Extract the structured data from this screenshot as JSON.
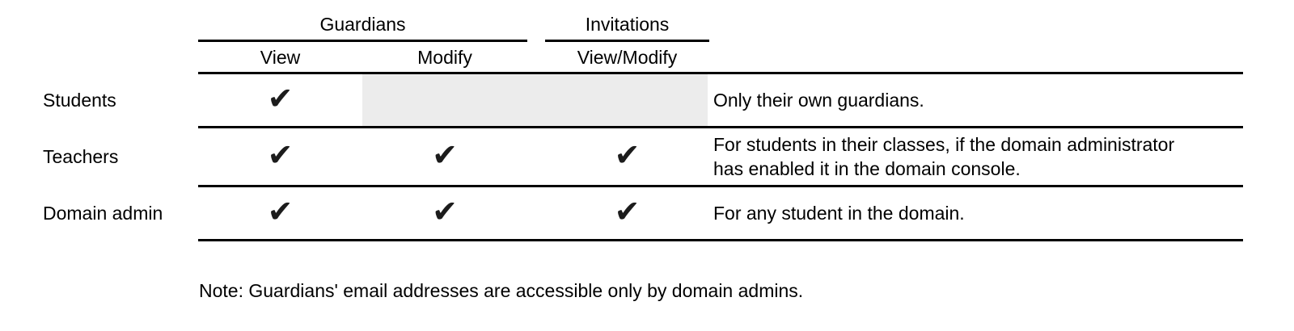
{
  "table": {
    "groups": [
      {
        "label": "Guardians"
      },
      {
        "label": "Invitations"
      }
    ],
    "columns": [
      {
        "label": "View"
      },
      {
        "label": "Modify"
      },
      {
        "label": "View/Modify"
      }
    ],
    "check_glyph": "✔",
    "rows": [
      {
        "label": "Students",
        "guardians_view": true,
        "guardians_modify": false,
        "invitations_view_modify": false,
        "disabled_cells_shaded": true,
        "note": "Only their own guardians."
      },
      {
        "label": "Teachers",
        "guardians_view": true,
        "guardians_modify": true,
        "invitations_view_modify": true,
        "disabled_cells_shaded": false,
        "note": "For students in their classes, if the domain administrator has enabled it in the domain console."
      },
      {
        "label": "Domain admin",
        "guardians_view": true,
        "guardians_modify": true,
        "invitations_view_modify": true,
        "disabled_cells_shaded": false,
        "note": "For any student in the domain."
      }
    ],
    "footnote": "Note: Guardians' email addresses are accessible only by domain admins."
  },
  "colors": {
    "shade": "#ececec",
    "rule": "#000000",
    "text": "#000000",
    "check": "#1c1c1c"
  }
}
